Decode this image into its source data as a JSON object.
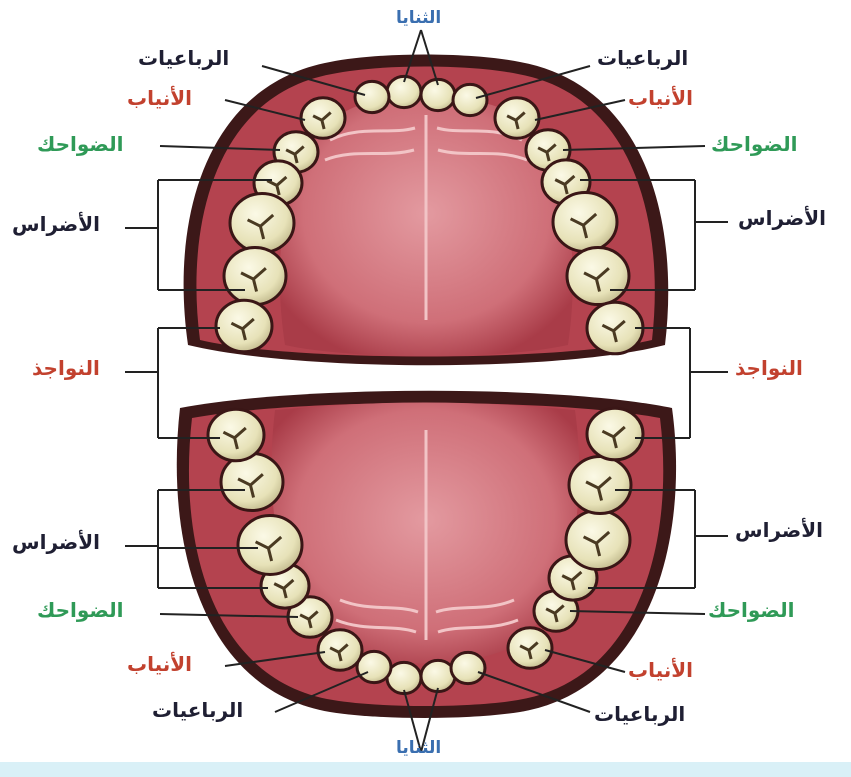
{
  "labels": {
    "incisors_central": "الثنايا",
    "incisors_lateral": "الرباعيات",
    "canines": "الأنياب",
    "premolars": "الضواحك",
    "molars": "الأضراس",
    "wisdom": "النواجذ"
  },
  "colors": {
    "label_dark": "#1f1f33",
    "label_red": "#c2412e",
    "label_green": "#2f9a57",
    "label_blue": "#3a6fb0",
    "gum": "#b4434f",
    "palate": "#d77f86",
    "tooth": "#eeeac6",
    "outline": "#3a1616"
  },
  "icons": [
    "tooth-icon"
  ]
}
